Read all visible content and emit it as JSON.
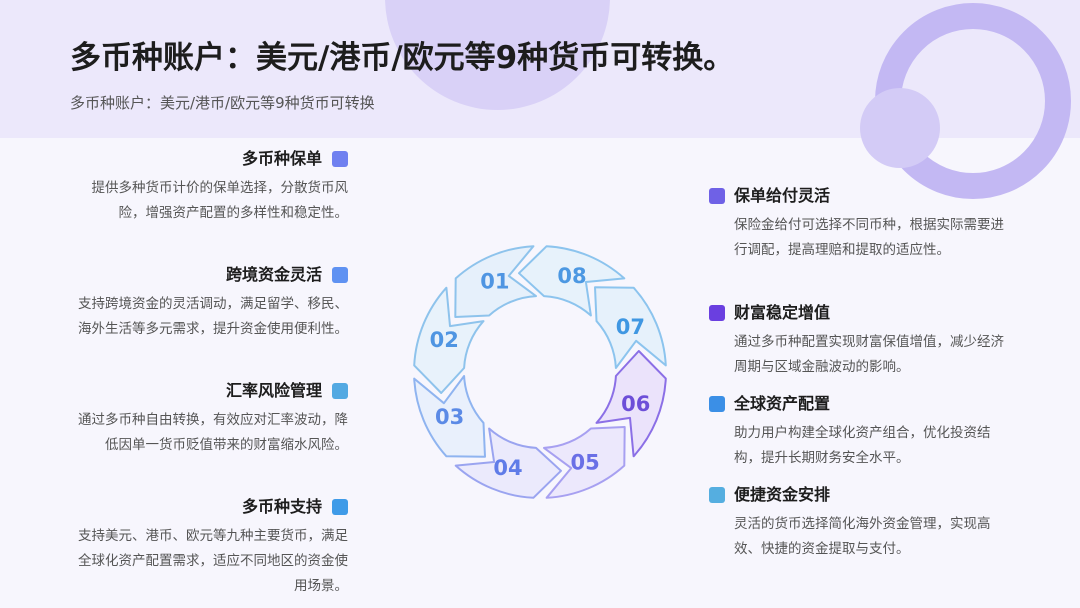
{
  "header": {
    "title": "多币种账户：美元/港币/欧元等9种货币可转换。",
    "subtitle": "多币种账户：美元/港币/欧元等9种货币可转换"
  },
  "left_items": [
    {
      "title": "多币种保单",
      "desc": "提供多种货币计价的保单选择，分散货币风险，增强资产配置的多样性和稳定性。",
      "color": "#6f80f0"
    },
    {
      "title": "跨境资金灵活",
      "desc": "支持跨境资金的灵活调动，满足留学、移民、海外生活等多元需求，提升资金使用便利性。",
      "color": "#5f92f2"
    },
    {
      "title": "汇率风险管理",
      "desc": "通过多币种自由转换，有效应对汇率波动，降低因单一货币贬值带来的财富缩水风险。",
      "color": "#53a9e2"
    },
    {
      "title": "多币种支持",
      "desc": "支持美元、港币、欧元等九种主要货币，满足全球化资产配置需求，适应不同地区的资金使用场景。",
      "color": "#3f9be8"
    }
  ],
  "right_items": [
    {
      "title": "保单给付灵活",
      "desc": "保险金给付可选择不同币种，根据实际需要进行调配，提高理赔和提取的适应性。",
      "color": "#6f61e6"
    },
    {
      "title": "财富稳定增值",
      "desc": "通过多币种配置实现财富保值增值，减少经济周期与区域金融波动的影响。",
      "color": "#6a3fe0"
    },
    {
      "title": "全球资产配置",
      "desc": "助力用户构建全球化资产组合，优化投资结构，提升长期财务安全水平。",
      "color": "#3b8fe6"
    },
    {
      "title": "便捷资金安排",
      "desc": "灵活的货币选择简化海外资金管理，实现高效、快捷的资金提取与支付。",
      "color": "#55aee0"
    }
  ],
  "cycle": {
    "segments": [
      {
        "label": "01",
        "fill": "#e6f0fb",
        "stroke": "#8ec3ec",
        "text": "#4f95e2"
      },
      {
        "label": "02",
        "fill": "#e8f2fb",
        "stroke": "#8ec3ec",
        "text": "#4f95e2"
      },
      {
        "label": "03",
        "fill": "#e9f0fc",
        "stroke": "#8fb4f0",
        "text": "#5b8ae6"
      },
      {
        "label": "04",
        "fill": "#ebeafc",
        "stroke": "#9aa4f0",
        "text": "#5f7ce8"
      },
      {
        "label": "05",
        "fill": "#ece8fc",
        "stroke": "#a7a0f1",
        "text": "#6a6fe6"
      },
      {
        "label": "06",
        "fill": "#ebe3fb",
        "stroke": "#8b6fe6",
        "text": "#6d4fd8"
      },
      {
        "label": "07",
        "fill": "#e6f1fb",
        "stroke": "#8cc4ee",
        "text": "#3f97e2"
      },
      {
        "label": "08",
        "fill": "#e7f2fb",
        "stroke": "#8cc4ee",
        "text": "#4c98e2"
      }
    ]
  }
}
